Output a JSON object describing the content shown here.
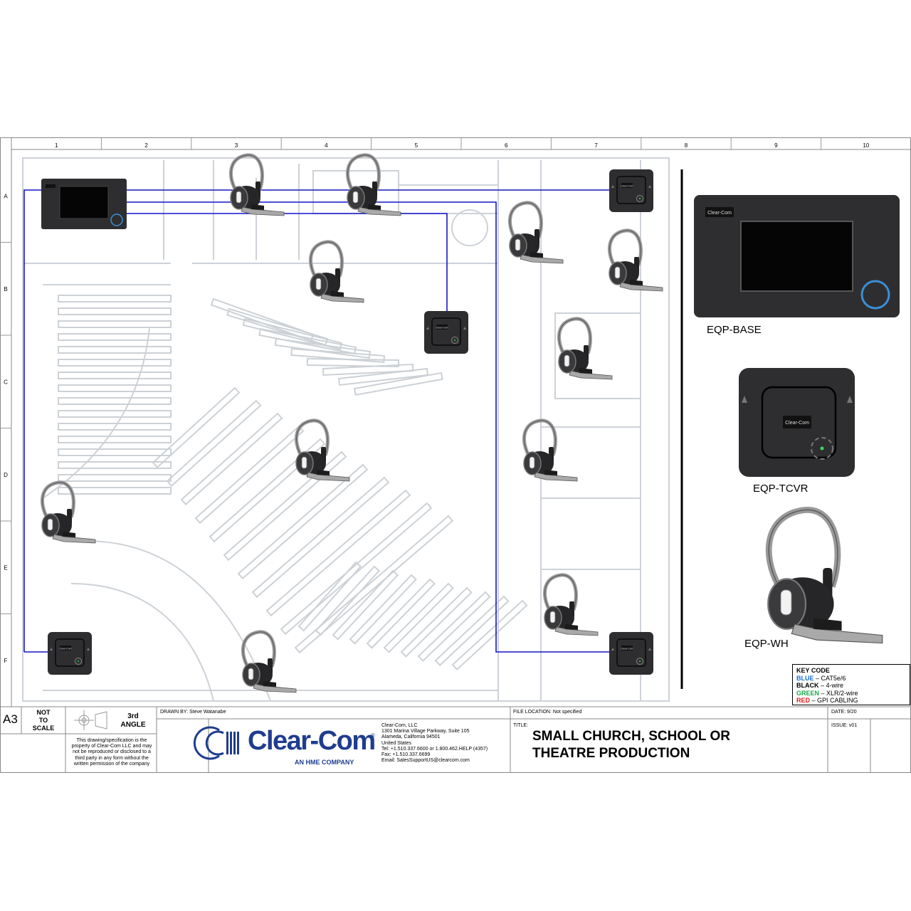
{
  "grid": {
    "columns": [
      "1",
      "2",
      "3",
      "4",
      "5",
      "6",
      "7",
      "8",
      "9",
      "10"
    ],
    "rows": [
      "A",
      "B",
      "C",
      "D",
      "E",
      "F"
    ]
  },
  "devices": {
    "base_label": "EQP-BASE",
    "tcvr_label": "EQP-TCVR",
    "wh_label": "EQP-WH",
    "logo_small": "Clear-Com"
  },
  "key_code": {
    "title": "KEY CODE",
    "items": [
      {
        "color_name": "BLUE",
        "desc": " – CAT5e/6",
        "color": "#1a6fd1"
      },
      {
        "color_name": "BLACK",
        "desc": " – 4-wire",
        "color": "#000000"
      },
      {
        "color_name": "GREEN",
        "desc": " – XLR/2-wire",
        "color": "#1aa84a"
      },
      {
        "color_name": "RED",
        "desc": " – GPI CABLING",
        "color": "#e0201c"
      }
    ]
  },
  "title_block": {
    "sheet_size": "A3",
    "not_to_scale": [
      "NOT",
      "TO",
      "SCALE"
    ],
    "angle": [
      "3rd",
      "ANGLE"
    ],
    "disclaimer": [
      "This drawing/specification is the",
      "property of Clear-Com LLC and may",
      "not be reproduced or disclosed to a",
      "third party in any form without the",
      "written permission of the company"
    ],
    "drawn_by": "DRAWN BY:  Steve Watanabe",
    "brand": "Clear-Com",
    "brand_sub": "AN HME COMPANY",
    "address": [
      "Clear-Com, LLC",
      "1301 Marina Village Parkway, Suite 105",
      "Alameda, California 94501",
      "United States",
      "Tel: +1.510.337.6600 or 1.800.462.HELP (4357)",
      "Fax: +1.510.337.6699",
      "Email:  SalesSupportUS@clearcom.com"
    ],
    "file_location": "FILE LOCATION:  Not specified",
    "date": "DATE: 9/20",
    "title_label": "TITLE:",
    "title": [
      "SMALL CHURCH, SCHOOL OR",
      "THEATRE PRODUCTION"
    ],
    "issue": "ISSUE: v01"
  },
  "colors": {
    "cable_blue": "#1515c8",
    "device_dark": "#2e2e30",
    "ring_blue": "#3a8fd8",
    "led_green": "#3ddc5a"
  }
}
